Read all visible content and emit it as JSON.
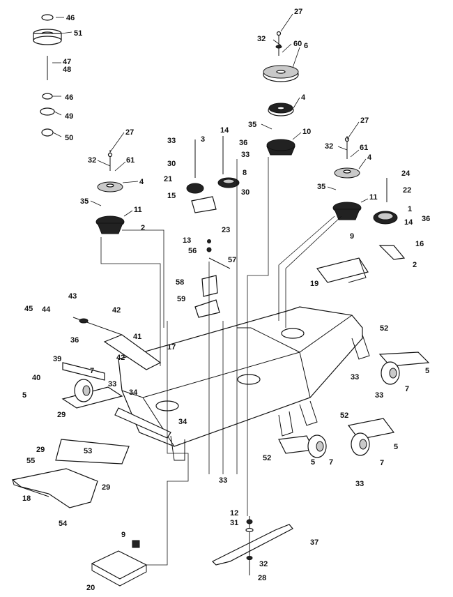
{
  "diagram": {
    "callouts": [
      "46",
      "51",
      "47",
      "48",
      "46",
      "49",
      "50",
      "27",
      "32",
      "60",
      "6",
      "4",
      "35",
      "10",
      "27",
      "32",
      "61",
      "4",
      "35",
      "11",
      "33",
      "3",
      "14",
      "36",
      "33",
      "30",
      "8",
      "21",
      "30",
      "15",
      "2",
      "23",
      "27",
      "32",
      "61",
      "4",
      "35",
      "11",
      "24",
      "22",
      "1",
      "14",
      "36",
      "16",
      "13",
      "56",
      "57",
      "58",
      "59",
      "9",
      "19",
      "2",
      "43",
      "42",
      "45",
      "44",
      "36",
      "41",
      "17",
      "39",
      "42",
      "40",
      "33",
      "5",
      "7",
      "34",
      "29",
      "34",
      "29",
      "55",
      "53",
      "18",
      "29",
      "54",
      "52",
      "33",
      "33",
      "5",
      "7",
      "52",
      "52",
      "5",
      "7",
      "33",
      "5",
      "7",
      "12",
      "31",
      "37",
      "9",
      "32",
      "20",
      "28",
      "33"
    ]
  }
}
